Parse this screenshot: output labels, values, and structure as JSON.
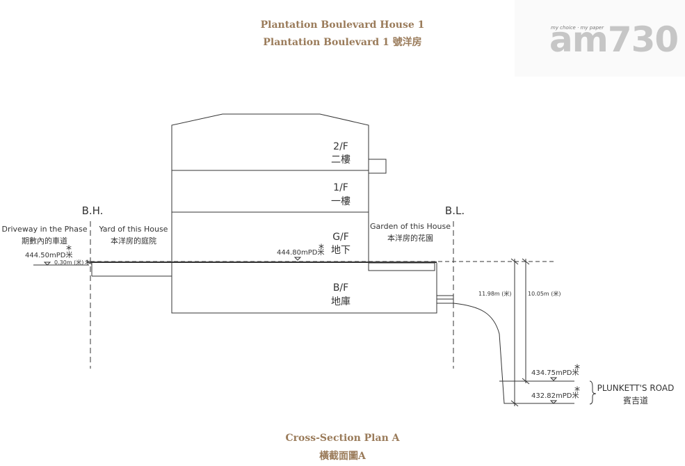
{
  "header": {
    "title_en": "Plantation Boulevard House 1",
    "title_zh": "Plantation Boulevard 1 號洋房"
  },
  "logo": {
    "brand": "am730",
    "tagline": "my choice · my paper"
  },
  "diagram": {
    "floors": {
      "f2_en": "2/F",
      "f2_zh": "二樓",
      "f1_en": "1/F",
      "f1_zh": "一樓",
      "gf_en": "G/F",
      "gf_zh": "地下",
      "bf_en": "B/F",
      "bf_zh": "地庫"
    },
    "bh": "B.H.",
    "bl": "B.L.",
    "driveway_en": "Driveway in the Phase",
    "driveway_zh": "期數內的車道",
    "yard_en": "Yard of this House",
    "yard_zh": "本洋房的庭院",
    "garden_en": "Garden of this House",
    "garden_zh": "本洋房的花園",
    "level_driveway": "444.50mPD米",
    "level_gf": "444.80mPD米",
    "dim_small": "0.30m (米)",
    "dim_1198": "11.98m (米)",
    "dim_1005": "10.05m (米)",
    "level_43475": "434.75mPD米",
    "level_43282": "432.82mPD米",
    "road_en": "PLUNKETT'S ROAD",
    "road_zh": "賓吉道",
    "asterisk": "*"
  },
  "footer": {
    "caption_en": "Cross-Section Plan A",
    "caption_zh": "橫截面圖A"
  }
}
